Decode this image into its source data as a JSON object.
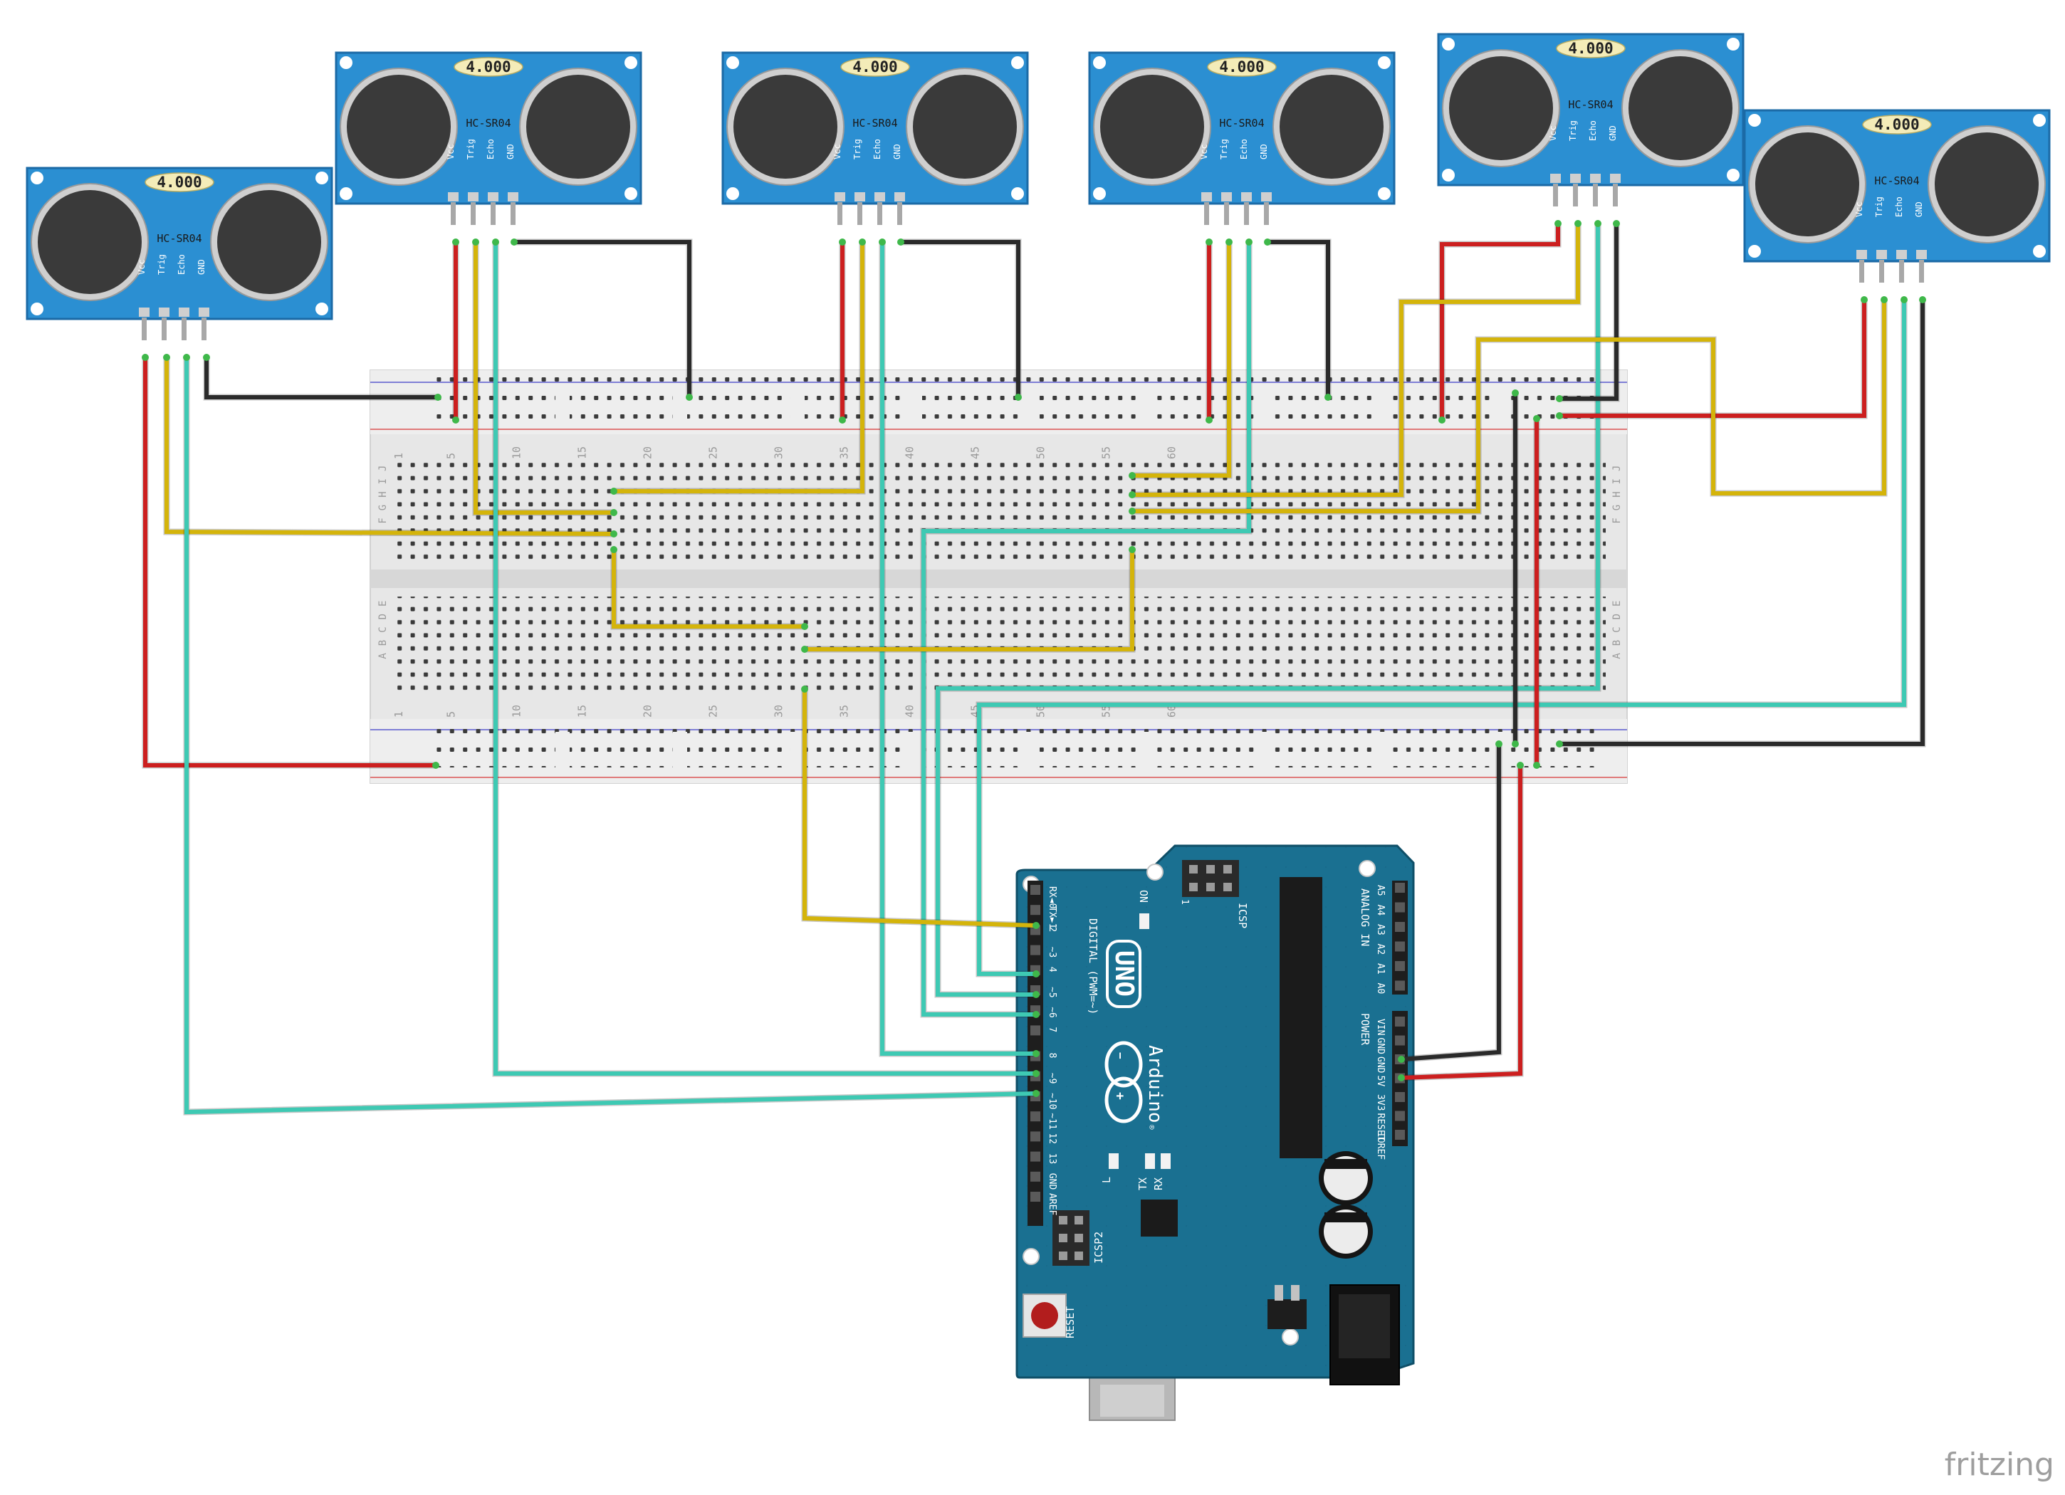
{
  "sensors": [
    {
      "badge": "4.000",
      "model": "HC-SR04",
      "pins": [
        "Vcc",
        "Trig",
        "Echo",
        "GND"
      ]
    },
    {
      "badge": "4.000",
      "model": "HC-SR04",
      "pins": [
        "Vcc",
        "Trig",
        "Echo",
        "GND"
      ]
    },
    {
      "badge": "4.000",
      "model": "HC-SR04",
      "pins": [
        "Vcc",
        "Trig",
        "Echo",
        "GND"
      ]
    },
    {
      "badge": "4.000",
      "model": "HC-SR04",
      "pins": [
        "Vcc",
        "Trig",
        "Echo",
        "GND"
      ]
    },
    {
      "badge": "4.000",
      "model": "HC-SR04",
      "pins": [
        "Vcc",
        "Trig",
        "Echo",
        "GND"
      ]
    },
    {
      "badge": "4.000",
      "model": "HC-SR04",
      "pins": [
        "Vcc",
        "Trig",
        "Echo",
        "GND"
      ]
    }
  ],
  "breadboard": {
    "columns": [
      "1",
      "5",
      "10",
      "15",
      "20",
      "25",
      "30",
      "35",
      "40",
      "45",
      "50",
      "55",
      "60"
    ],
    "rows_top": [
      "J",
      "I",
      "H",
      "G",
      "F"
    ],
    "rows_bottom": [
      "E",
      "D",
      "C",
      "B",
      "A"
    ]
  },
  "arduino": {
    "brand": "Arduino",
    "model": "UNO",
    "tm": "®",
    "digital_label": "DIGITAL (PWM=~)",
    "on_label": "ON",
    "icsp_label": "ICSP",
    "icsp2_label": "ICSP2",
    "reset_label": "RESET",
    "analog_label": "ANALOG IN",
    "power_label": "POWER",
    "led_l": "L",
    "led_tx": "TX",
    "led_rx": "RX",
    "pin_one": "1",
    "digital_pins": [
      "RX◄0",
      "TX►1",
      "2",
      "~3",
      "4",
      "~5",
      "~6",
      "7",
      "8",
      "~9",
      "~10",
      "~11",
      "12",
      "13",
      "GND",
      "AREF"
    ],
    "analog_pins": [
      "A5",
      "A4",
      "A3",
      "A2",
      "A1",
      "A0"
    ],
    "power_pins": [
      "VIN",
      "GND",
      "GND",
      "5V",
      "3V3",
      "RESET",
      "IOREF"
    ]
  },
  "watermark": "fritzing",
  "colors": {
    "sensor_board": "#2b8fd2",
    "sensor_board_edge": "#1b6aa6",
    "arduino_board": "#1a7091",
    "wire_power": "#cc1f1f",
    "wire_ground": "#2a2a2a",
    "wire_trigger": "#d4b40a",
    "wire_echo": "#3ec9b3",
    "breadboard_body": "#e7e7e7"
  }
}
